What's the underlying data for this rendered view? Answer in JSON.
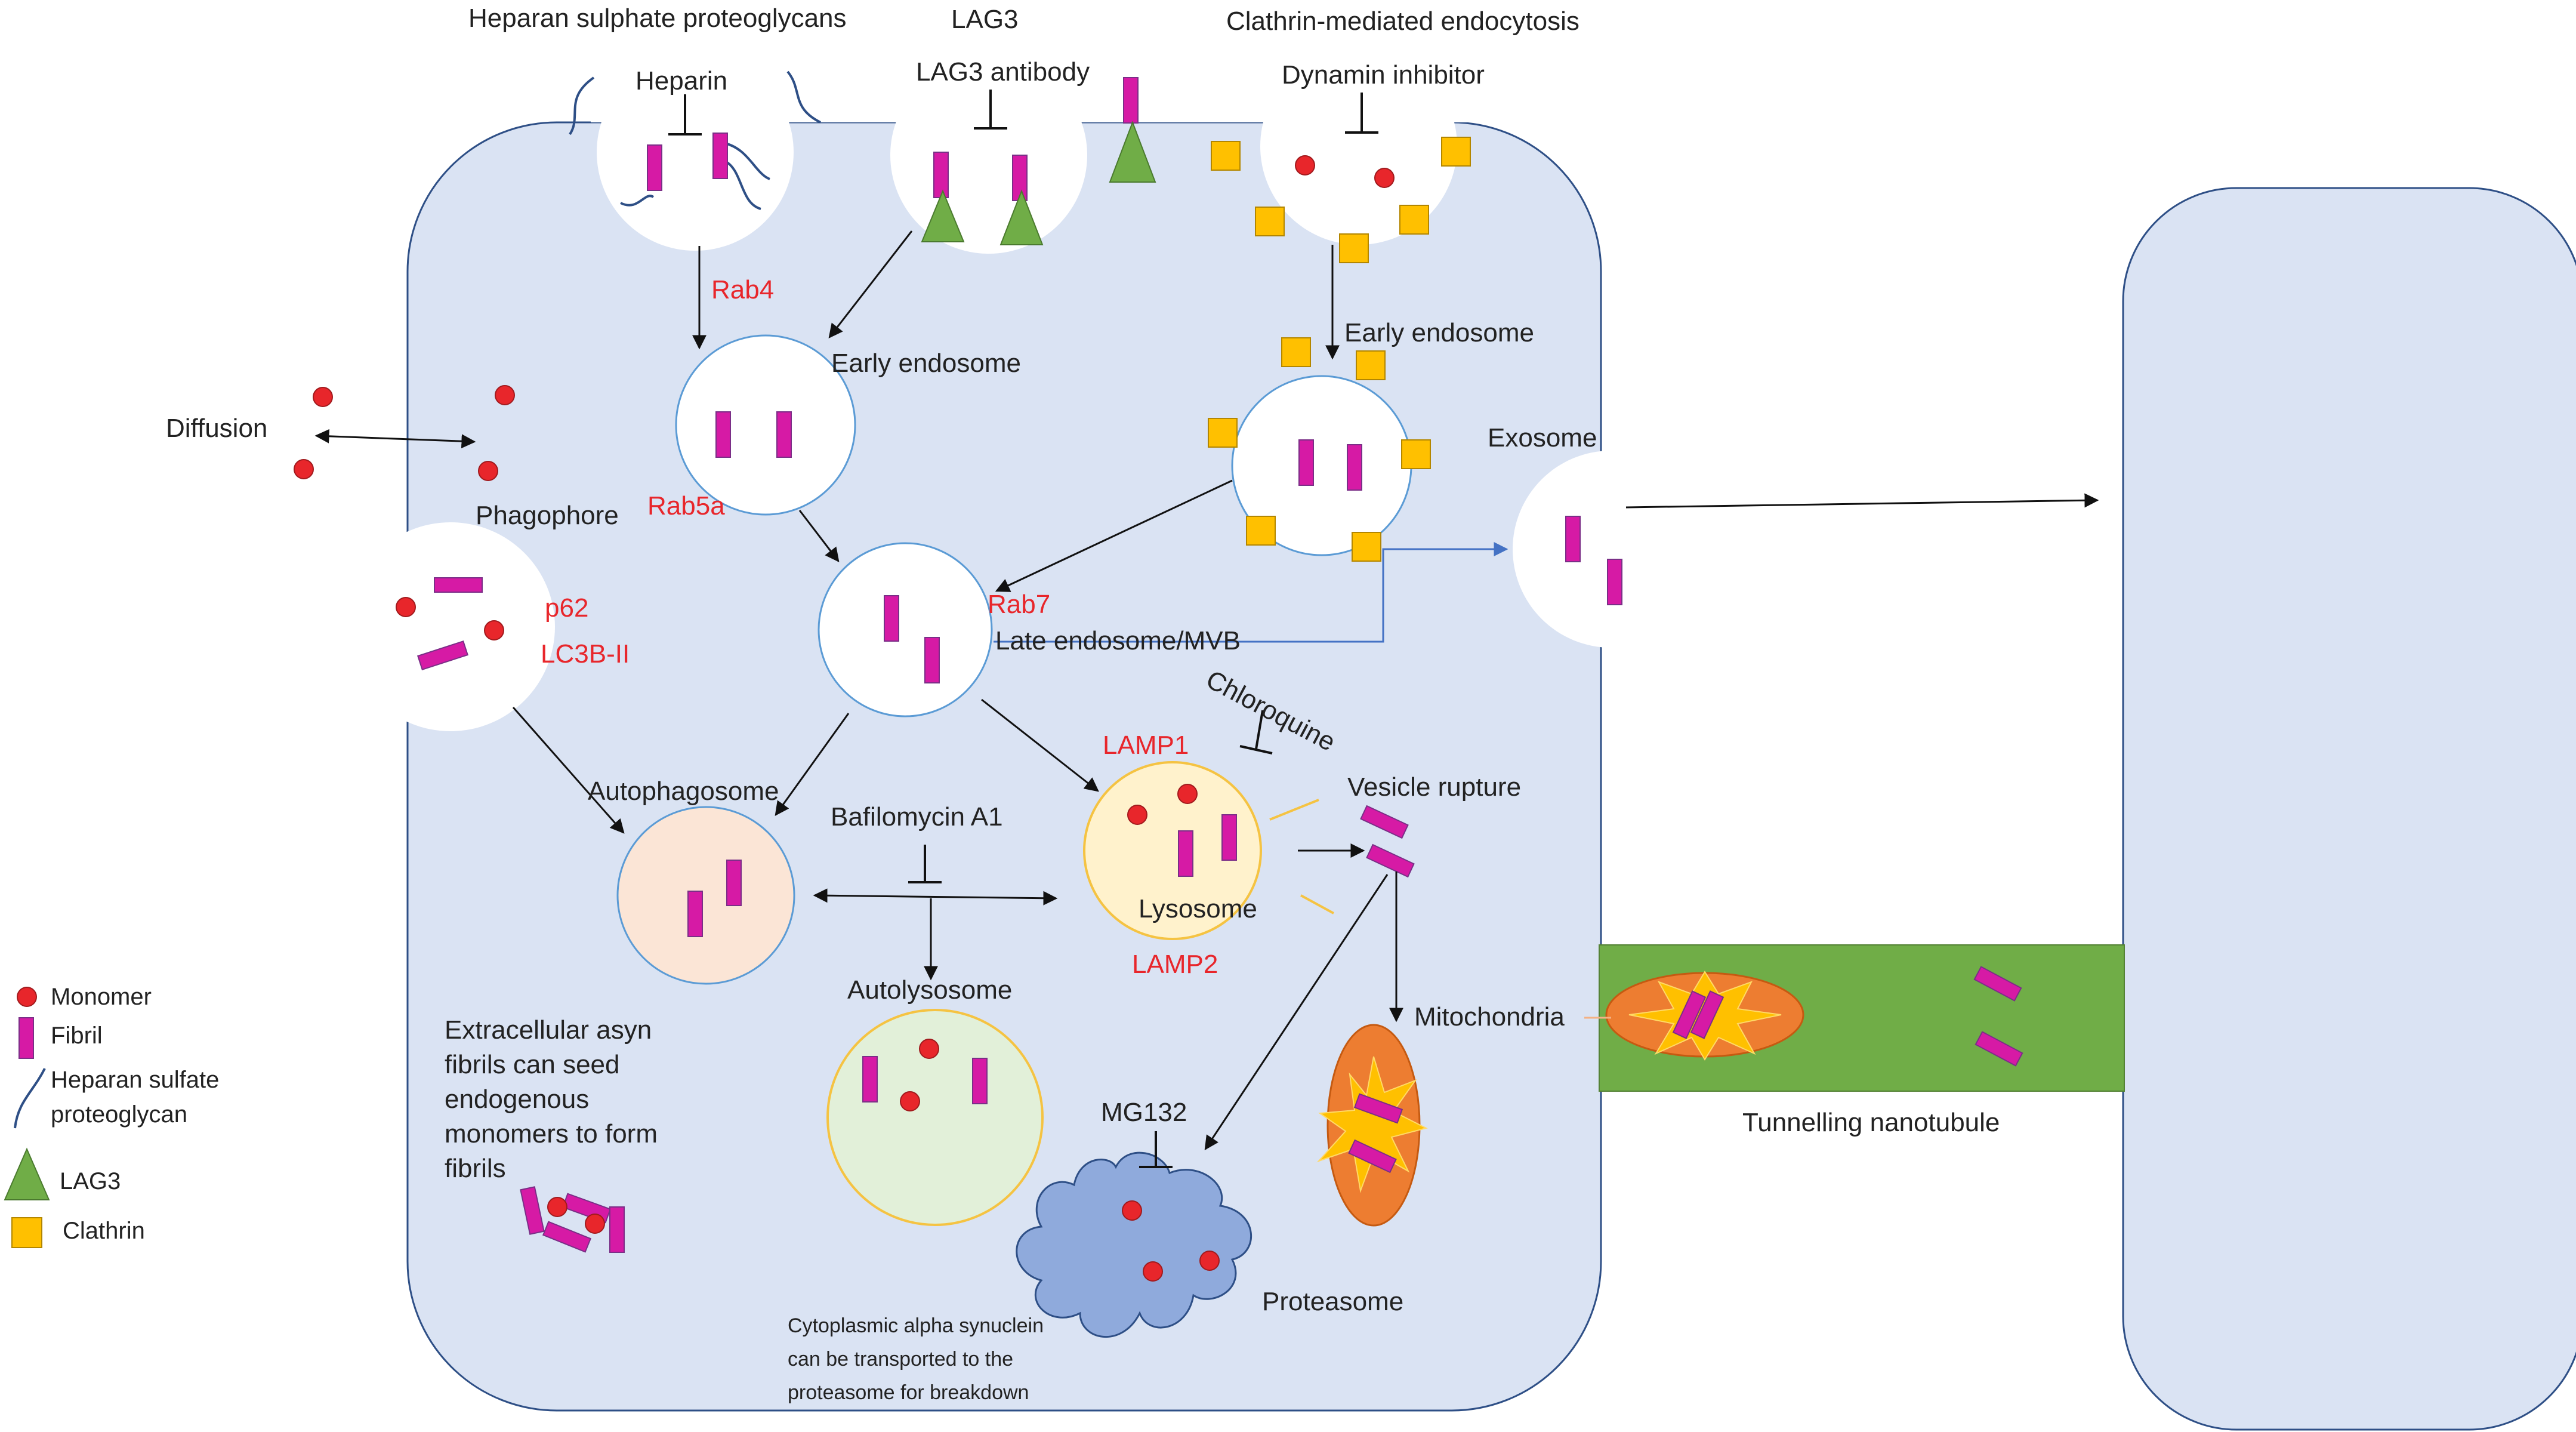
{
  "colors": {
    "cell_fill": "#dae3f3",
    "cell_stroke": "#2e4f86",
    "vesicle_fill": "#ffffff",
    "vesicle_stroke": "#5b9bd5",
    "monomer": "#e8262b",
    "fibril": "#d61aa5",
    "lag3": "#70ad47",
    "clathrin": "#ffc000",
    "annotation_red": "#e8262b",
    "lysosome_fill": "#fff2cc",
    "autophagosome_fill": "#fbe5d6",
    "autolysosome_fill": "#e2f0d9",
    "proteasome_fill": "#8faadc",
    "mitochondria_fill": "#ed7d31",
    "nanotubule_fill": "#70ad47",
    "arrow_blue": "#4472c4"
  },
  "top_labels": {
    "hspg": "Heparan sulphate proteoglycans",
    "lag3": "LAG3",
    "clathrin": "Clathrin-mediated endocytosis"
  },
  "inhibitors": {
    "heparin": "Heparin",
    "lag3_antibody": "LAG3 antibody",
    "dynamin": "Dynamin inhibitor",
    "chloroquine": "Chloroquine",
    "bafilomycin": "Bafilomycin A1",
    "mg132": "MG132"
  },
  "labels": {
    "diffusion": "Diffusion",
    "phagophore": "Phagophore",
    "early_endosome_left": "Early endosome",
    "early_endosome_right": "Early endosome",
    "exosome": "Exosome",
    "late_endosome": "Late endosome/MVB",
    "autophagosome": "Autophagosome",
    "vesicle_rupture": "Vesicle rupture",
    "lysosome": "Lysosome",
    "autolysosome": "Autolysosome",
    "mitochondria": "Mitochondria",
    "proteasome": "Proteasome",
    "tunnelling": "Tunnelling nanotubule"
  },
  "markers": {
    "rab4": "Rab4",
    "rab5a": "Rab5a",
    "rab7": "Rab7",
    "p62": "p62",
    "lc3b": "LC3B-II",
    "lamp1": "LAMP1",
    "lamp2": "LAMP2"
  },
  "notes": {
    "seeding": [
      "Extracellular asyn",
      "fibrils can seed",
      "endogenous",
      "monomers to form",
      "fibrils"
    ],
    "cytoplasmic": [
      "Cytoplasmic alpha synuclein",
      "can be transported to the",
      "proteasome for breakdown"
    ]
  },
  "legend": {
    "monomer": "Monomer",
    "fibril": "Fibril",
    "hspg_line1": "Heparan sulfate",
    "hspg_line2": "proteoglycan",
    "lag3": "LAG3",
    "clathrin": "Clathrin"
  }
}
